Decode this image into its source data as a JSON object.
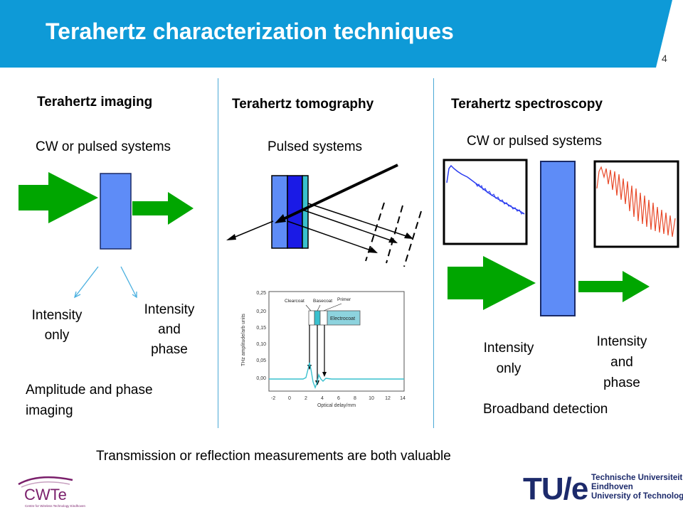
{
  "page": {
    "title": "Terahertz characterization techniques",
    "page_number": "4",
    "footer_text": "Transmission or reflection measurements are both valuable"
  },
  "imaging": {
    "heading": "Terahertz imaging",
    "systems": "CW or pulsed systems",
    "left_label": [
      "Intensity",
      "only"
    ],
    "right_label": [
      "Intensity",
      "and",
      "phase"
    ],
    "bottom": [
      "Amplitude and phase",
      "imaging"
    ]
  },
  "tomography": {
    "heading": "Terahertz tomography",
    "systems": "Pulsed systems",
    "inset": {
      "layers": [
        "Clearcoat",
        "Basecoat",
        "Primer"
      ],
      "substrate": "Electrocoat",
      "ylabel": "THz amplitude/arb units",
      "xlabel": "Optical delay/mm",
      "yticks": [
        "0,25",
        "0,20",
        "0,15",
        "0,10",
        "0,05",
        "0,00"
      ],
      "xticks": [
        "-2",
        "0",
        "2",
        "4",
        "6",
        "8",
        "10",
        "12",
        "14"
      ]
    }
  },
  "spectroscopy": {
    "heading": "Terahertz spectroscopy",
    "systems": "CW or pulsed systems",
    "left_label": [
      "Intensity",
      "only"
    ],
    "right_label": [
      "Intensity",
      "and",
      "phase"
    ],
    "bottom": "Broadband detection"
  },
  "logos": {
    "cwte_name": "CWTe",
    "cwte_subtitle": "Centre for Wireless Technology Eindhoven",
    "tue_mark": "TU/e",
    "tue_lines": [
      "Technische Universiteit",
      "Eindhoven",
      "University of Technology"
    ]
  },
  "colors": {
    "title_blue": "#0e9ad7",
    "arrow_green": "#00a600",
    "sample_blue": "#5e8cf7",
    "tomo_dark_blue": "#1a1ae6",
    "cyan_line": "#39c0ce",
    "spectrum_blue": "#2a3cf0",
    "spectrum_red": "#e84a2a",
    "tue_navy": "#1c2a6b",
    "tue_red": "#c8102e",
    "cwte_purple": "#7a1f6b"
  }
}
